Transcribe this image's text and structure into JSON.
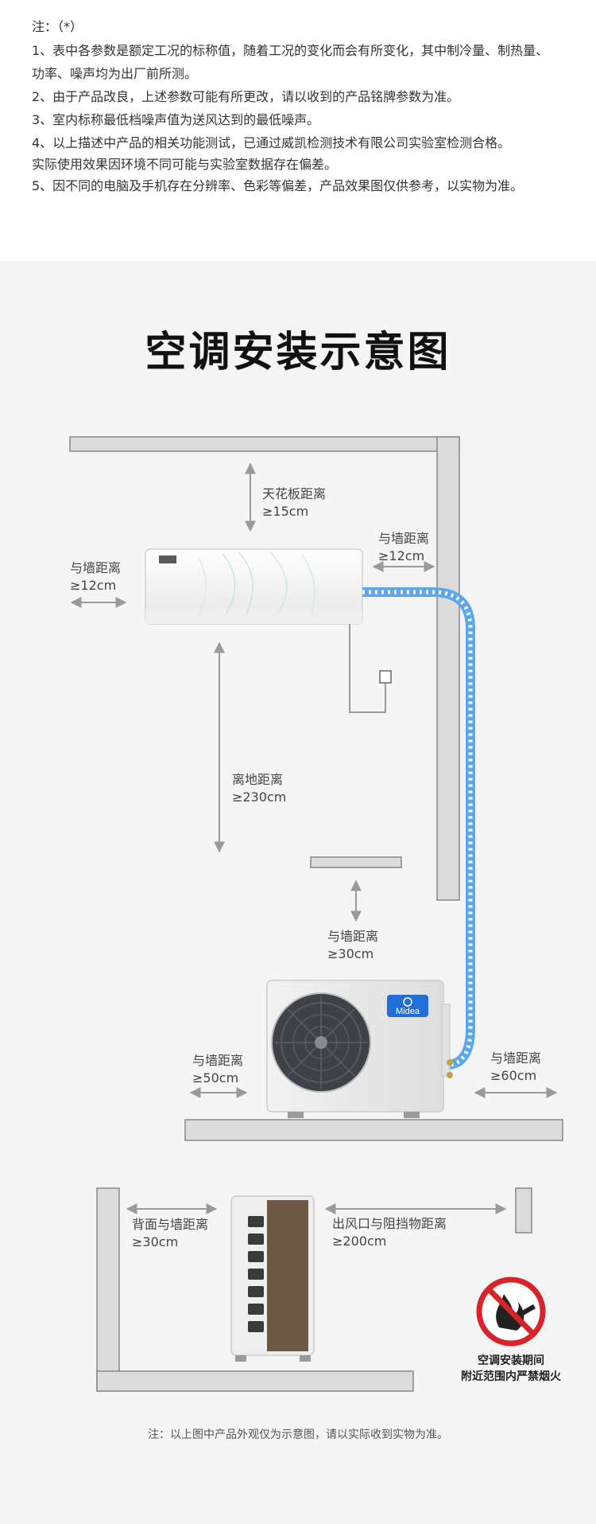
{
  "notes": {
    "title": "注：（*）",
    "lines": [
      "1、表中各参数是额定工况的标称值，随着工况的变化而会有所变化，其中制冷量、制热量、",
      "功率、噪声均为出厂前所测。",
      "2、由于产品改良，上述参数可能有所更改，请以收到的产品铭牌参数为准。",
      "3、室内标称最低档噪声值为送风达到的最低噪声。",
      "4、以上描述中产品的相关功能测试，已通过威凯检测技术有限公司实验室检测合格。",
      "实际使用效果因环境不同可能与实验室数据存在偏差。",
      "5、因不同的电脑及手机存在分辨率、色彩等偏差，产品效果图仅供参考，以实物为准。"
    ]
  },
  "diagram": {
    "title": "空调安装示意图",
    "labels": {
      "ceiling": {
        "name": "天花板距离",
        "value": "≥15cm"
      },
      "indoor_right_wall": {
        "name": "与墙距离",
        "value": "≥12cm"
      },
      "indoor_left_wall": {
        "name": "与墙距离",
        "value": "≥12cm"
      },
      "floor": {
        "name": "离地距离",
        "value": "≥230cm"
      },
      "outdoor_top": {
        "name": "与墙距离",
        "value": "≥30cm"
      },
      "outdoor_left": {
        "name": "与墙距离",
        "value": "≥50cm"
      },
      "outdoor_right": {
        "name": "与墙距离",
        "value": "≥60cm"
      },
      "back_wall": {
        "name": "背面与墙距离",
        "value": "≥30cm"
      },
      "outlet": {
        "name": "出风口与阻挡物距离",
        "value": "≥200cm"
      }
    },
    "brand": "Midea",
    "warning": {
      "line1": "空调安装期间",
      "line2": "附近范围内严禁烟火"
    },
    "footnote": "注：以上图中产品外观仅为示意图，请以实际收到实物为准。"
  },
  "colors": {
    "pipe": "#5aa9f0",
    "wall": "#dcdcdc",
    "wall_edge": "#888888",
    "brand": "#1f6fd6",
    "warning_red": "#d8232a"
  }
}
